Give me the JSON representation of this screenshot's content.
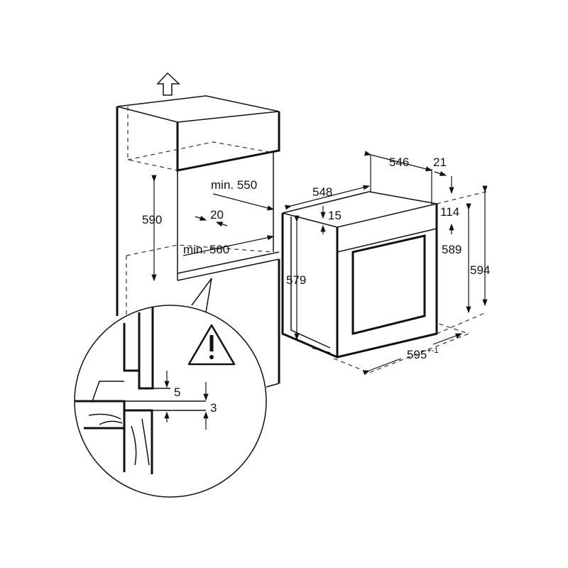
{
  "labels": {
    "min_550": "min. 550",
    "h_590": "590",
    "gap_20": "20",
    "min_560": "min. 560",
    "depth_548": "548",
    "depth_546": "546",
    "d_21": "21",
    "d_15": "15",
    "d_114": "114",
    "h_589": "589",
    "h_594": "594",
    "h_579": "579",
    "w_595": "595",
    "w_595_tol": "+-1",
    "gap_5": "5",
    "gap_3": "3"
  },
  "icons": [
    "up-arrow-icon",
    "warning-icon"
  ],
  "colors": {
    "line": "#111111",
    "background": "#ffffff"
  }
}
